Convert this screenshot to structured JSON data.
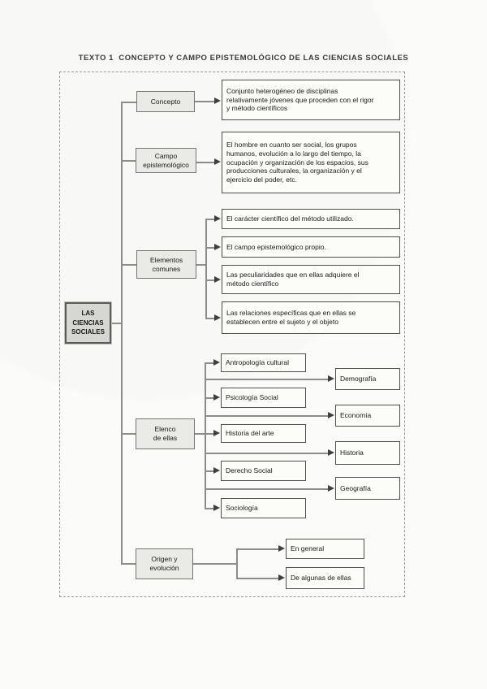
{
  "page": {
    "title": "TEXTO 1  CONCEPTO Y CAMPO EPISTEMOLÓGICO DE LAS CIENCIAS SOCIALES"
  },
  "diagram": {
    "root": "LAS\nCIENCIAS\nSOCIALES",
    "concepto": {
      "label": "Concepto",
      "definition": "Conjunto heterogéneo de disciplinas\nrelativamente jóvenes que proceden con el rigor\ny método científicos"
    },
    "campo": {
      "label": "Campo\nepistemológico",
      "definition": "El hombre en cuanto ser social, los grupos\nhumanos, evolución a lo largo del tiempo, la\nocupación y organización de los espacios, sus\nproducciones culturales, la organización y el\nejercicio del poder, etc."
    },
    "elementos": {
      "label": "Elementos\ncomunes",
      "items": [
        "El carácter científico del método utilizado.",
        "El campo epistemológico propio.",
        "Las peculiaridades que en ellas adquiere el\nmétodo científico",
        "Las relaciones específicas que en ellas se\nestablecen entre el sujeto y el objeto"
      ]
    },
    "elenco": {
      "label": "Elenco\nde ellas",
      "disciplines": [
        "Antropología cultural",
        "Psicología Social",
        "Historia del arte",
        "Derecho Social",
        "Sociología"
      ],
      "related": [
        "Demografía",
        "Economía",
        "Historia",
        "Geografía"
      ]
    },
    "origen": {
      "label": "Origen y\nevolución",
      "items": [
        "En general",
        "De algunas de ellas"
      ]
    }
  }
}
